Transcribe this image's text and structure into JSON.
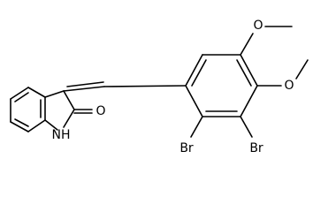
{
  "molecule": {
    "atoms": {
      "carbonyl_oxygen": "O",
      "amine": "NH",
      "bromine_1": "Br",
      "bromine_2": "Br",
      "methoxy_oxygen_1": "O",
      "methoxy_oxygen_2": "O"
    }
  },
  "colors": {
    "bond": "#000000",
    "label": "#000000",
    "background": "#ffffff"
  }
}
